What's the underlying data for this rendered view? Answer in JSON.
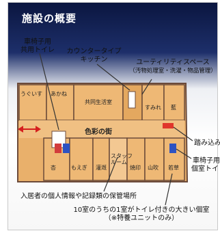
{
  "slide": {
    "title": "施設の概要",
    "callouts": {
      "wheelchair_shared_toilet": [
        "車椅子用",
        "共用トイレ"
      ],
      "counter_kitchen": [
        "カウンタータイプ",
        "キッチン"
      ],
      "utility_space": [
        "ユーティリティスペース",
        "（汚物処理室・洗濯・物品管理）"
      ],
      "entrance": "踏み込み",
      "wheelchair_private_toilet": [
        "車椅子用",
        "個室トイレ"
      ],
      "records_storage": "入居者の個人情報や記録類の保管場所",
      "large_private_room": [
        "10室のうちの1室がトイレ付きの大きい個室",
        "（※特養ユニットのみ）"
      ]
    },
    "rooms": {
      "uguisu": "うぐいす",
      "akane": "あかね",
      "common_living": "共同生活室",
      "sumire": "すみれ",
      "ai": "藍",
      "street": "色彩の街",
      "anzu": "杏",
      "moegi": "もえぎ",
      "haiiro": "灌漑",
      "staff": [
        "スタッフ",
        "ルーム"
      ],
      "tankou": "焼印",
      "yamabuki": "山吹",
      "wakaba": "若草"
    },
    "colors": {
      "floor": "#e9b06b",
      "wall": "#6b4a3a",
      "accent_red": "#e0352b",
      "slide_header": "#12214f"
    }
  }
}
